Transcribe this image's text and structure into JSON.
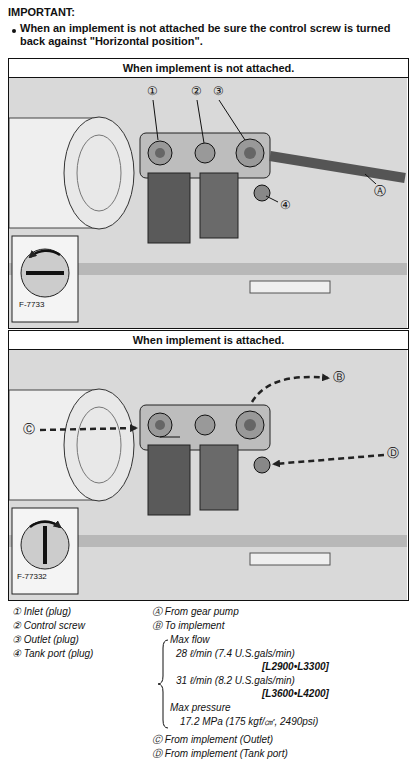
{
  "diagram": {
    "nodes": [
      {
        "text": [
          "When implement is not attached."
        ]
      },
      {
        "text": [
          "When implement is attached."
        ]
      }
    ],
    "labels": [
      "IMPORTANT:",
      "When an implement is not attached be sure the control screw is turned back against \"Horizontal position\".",
      "①",
      "②",
      "③",
      "④",
      "Ⓐ",
      "F-7733",
      "Ⓑ",
      "Ⓒ",
      "Ⓓ",
      "F-77332",
      "① Inlet (plug)",
      "② Control screw",
      "③ Outlet (plug)",
      "④ Tank port (plug)",
      "Ⓐ From gear pump",
      "Ⓑ To implement",
      "Max flow",
      "28 ℓ/min (7.4 U.S.gals/min)",
      "[L2900•L3300]",
      "31 ℓ/min (8.2 U.S.gals/min)",
      "[L3600•L4200]",
      "Max pressure",
      "17.2 MPa (175 kgf/㎠, 2490psi)",
      "Ⓒ From implement (Outlet)",
      "Ⓓ From implement (Tank port)"
    ]
  }
}
